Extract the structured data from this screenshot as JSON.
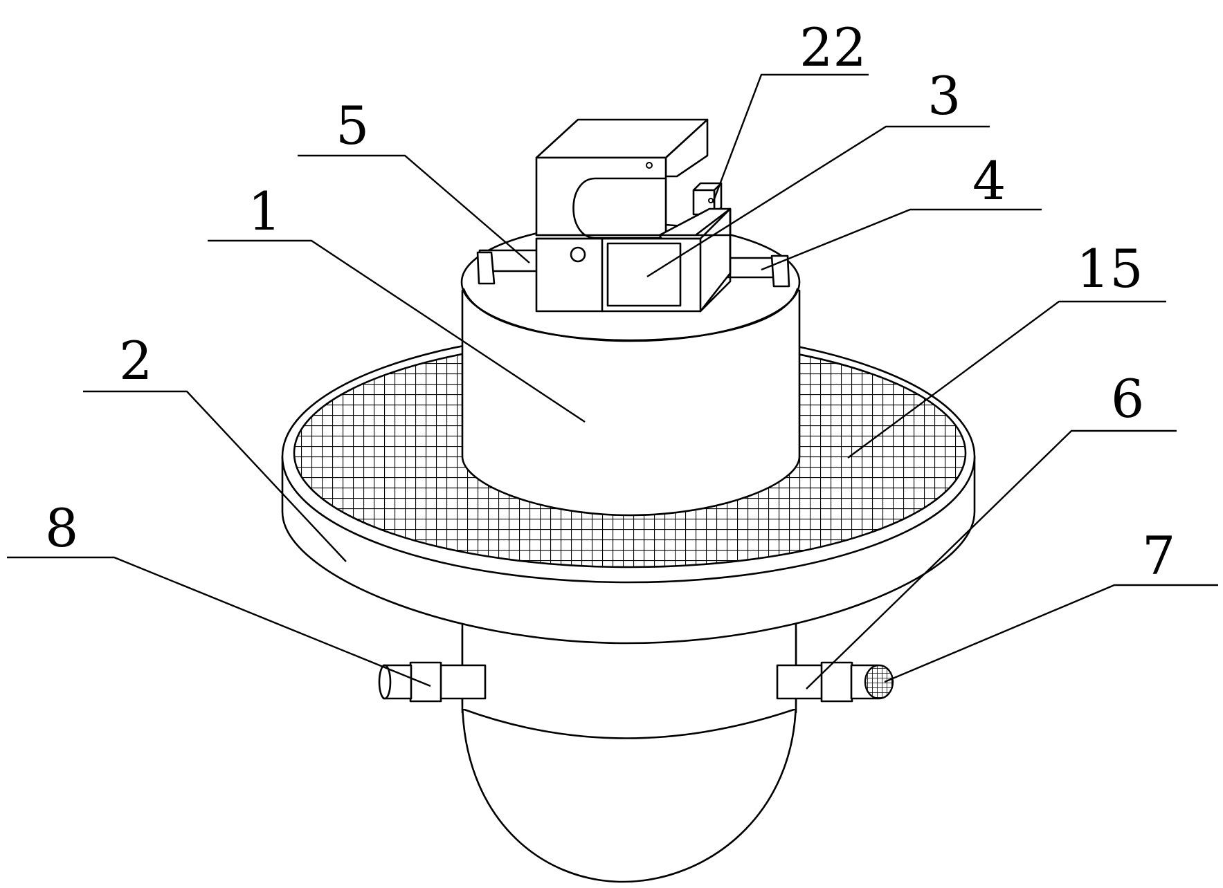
{
  "callouts": {
    "c22": "22",
    "c3": "3",
    "c5": "5",
    "c4": "4",
    "c1": "1",
    "c15": "15",
    "c2": "2",
    "c6": "6",
    "c8": "8",
    "c7": "7"
  },
  "colors": {
    "stroke": "#000000",
    "background": "#ffffff"
  }
}
